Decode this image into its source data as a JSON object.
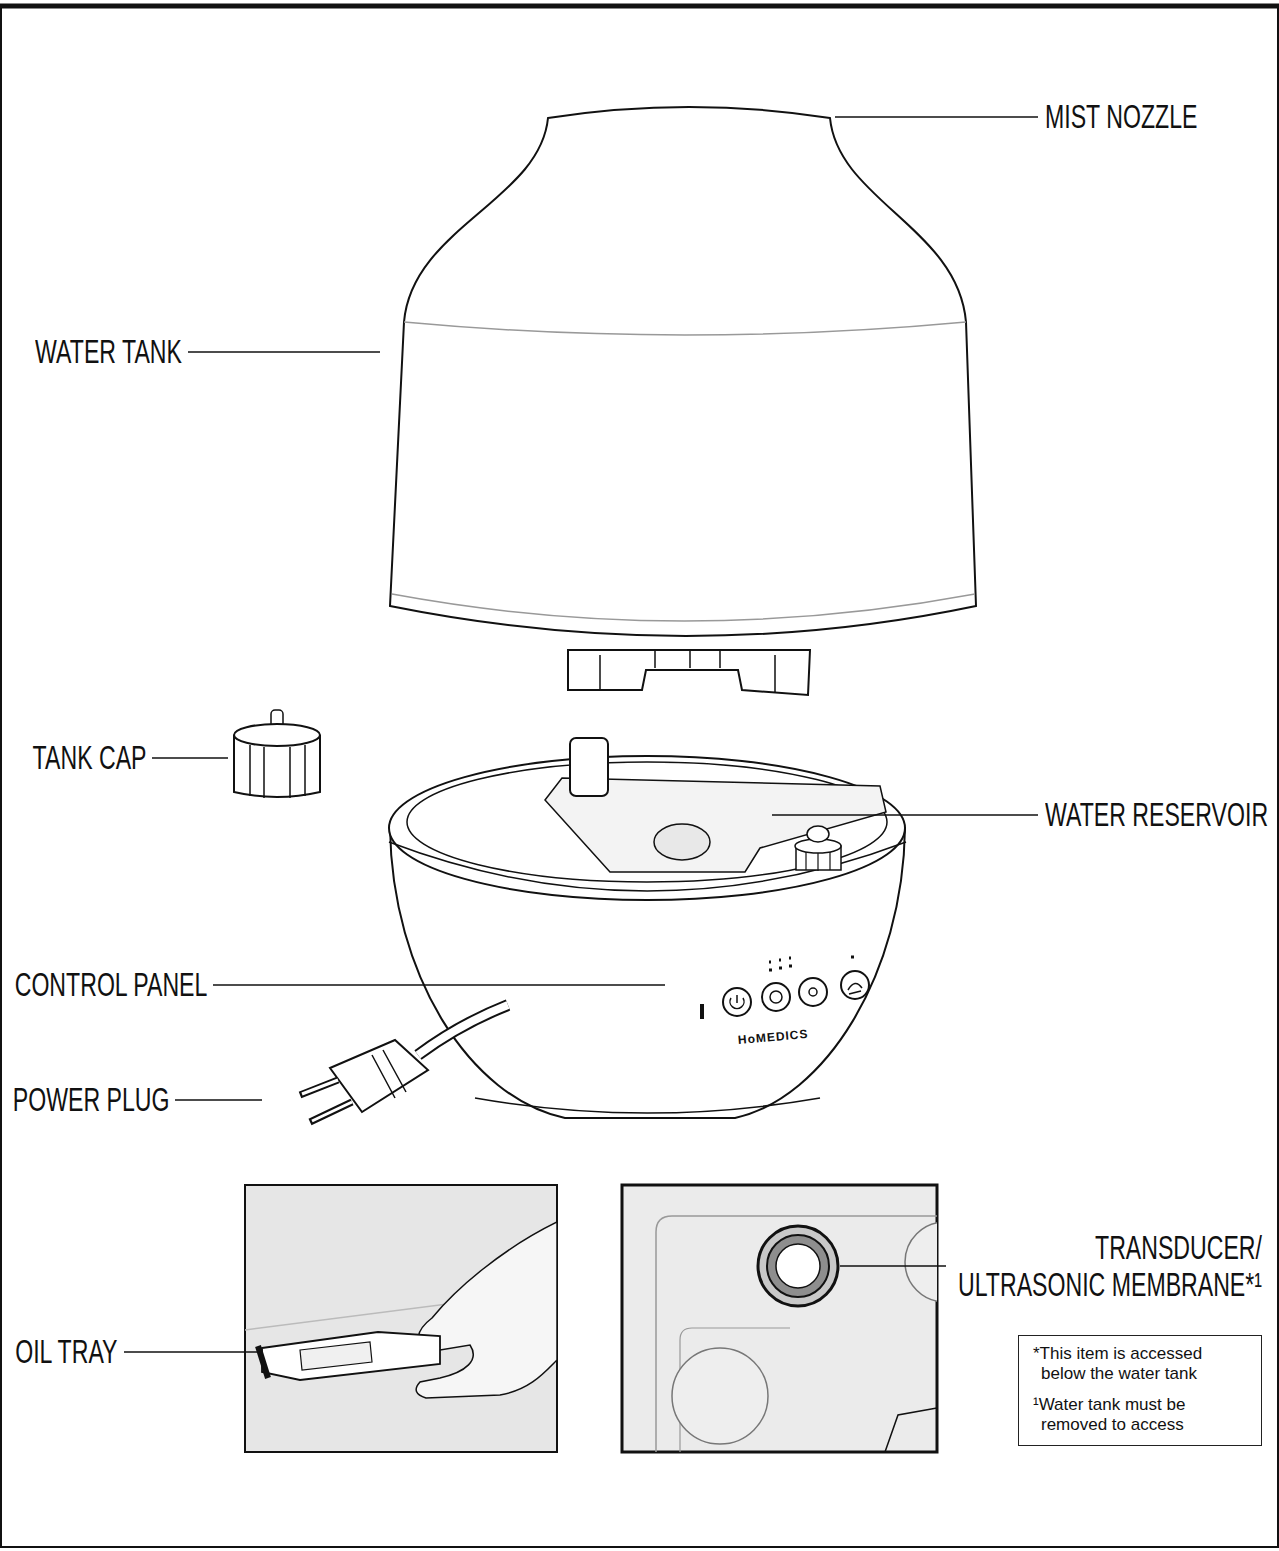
{
  "diagram": {
    "nodes": [
      {
        "text": [
          "*This item is accessed below the water tank",
          "¹Water tank must be removed to access"
        ]
      }
    ],
    "labels": [
      "MIST NOZZLE",
      "WATER TANK",
      "TANK CAP",
      "WATER RESERVOIR",
      "CONTROL PANEL",
      "HoMEDICS",
      "POWER PLUG",
      "OIL TRAY",
      "TRANSDUCER/ ULTRASONIC MEMBRANE*¹"
    ]
  }
}
